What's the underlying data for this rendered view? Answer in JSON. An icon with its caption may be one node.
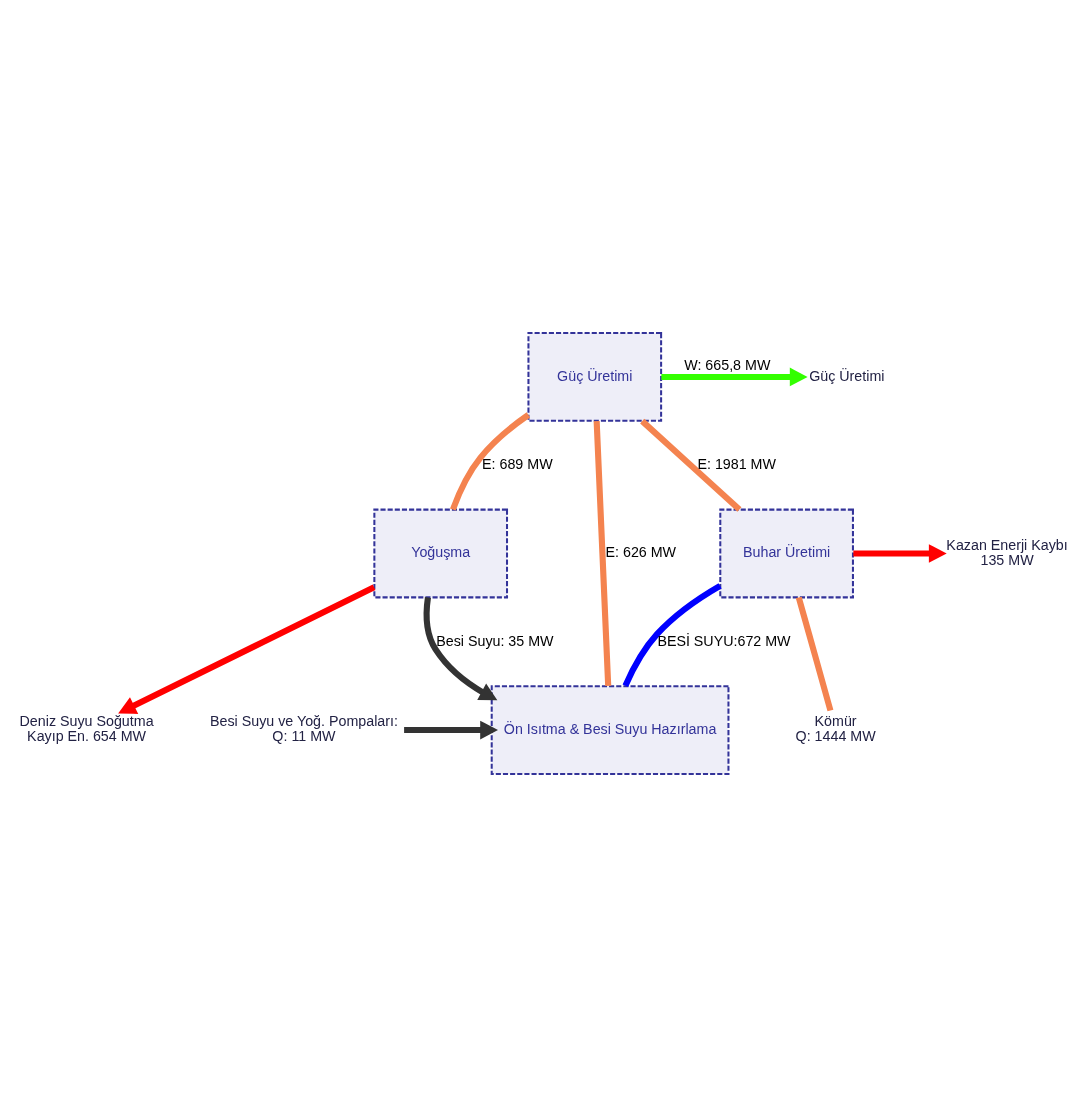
{
  "diagram": {
    "nodes": [
      {
        "text": [
          "Güç Üretimi"
        ]
      },
      {
        "text": [
          "Buhar Üretimi"
        ]
      },
      {
        "text": [
          "Yoğuşma"
        ]
      },
      {
        "text": [
          "Ön Isıtma & Besi Suyu Hazırlama"
        ]
      },
      {
        "text": [
          "Kazan Enerji Kaybı"
        ],
        "beside": [
          "135 MW"
        ]
      },
      {
        "text": [
          "Güç Üretimi"
        ]
      },
      {
        "text": [
          "Kömür"
        ],
        "beside": [
          "Q: 1444 MW"
        ]
      },
      {
        "text": [
          "Deniz Suyu Soğutma"
        ],
        "beside": [
          "Kayıp En. 654 MW"
        ]
      },
      {
        "text": [
          "Besi Suyu ve Yoğ. Pompaları:"
        ],
        "beside": [
          "Q: 11 MW"
        ]
      }
    ],
    "edges": [
      {
        "from": 6,
        "to": 1,
        "arrow": "none"
      },
      {
        "from": 1,
        "to": 0,
        "arrow": "none",
        "label": "E: 1981 MW"
      },
      {
        "from": 1,
        "to": 4,
        "arrow": "to",
        "color": "#ff0000"
      },
      {
        "from": 0,
        "to": 5,
        "arrow": "to",
        "color": "#33ff00",
        "label": "W: 665,8 MW"
      },
      {
        "from": 0,
        "to": 2,
        "arrow": "none",
        "label": "E: 689 MW"
      },
      {
        "from": 0,
        "to": 3,
        "arrow": "none",
        "label": "E: 626 MW"
      },
      {
        "from": 2,
        "to": 7,
        "arrow": "to",
        "color": "#ff0000"
      },
      {
        "from": 2,
        "to": 3,
        "arrow": "to",
        "color": "#333333",
        "label": "Besi Suyu: 35 MW"
      },
      {
        "from": 8,
        "to": 3,
        "arrow": "to",
        "color": "#333333"
      },
      {
        "from": 3,
        "to": 1,
        "arrow": "none",
        "color": "#0000ff",
        "label": "BESİ SUYU:672 MW"
      }
    ]
  }
}
